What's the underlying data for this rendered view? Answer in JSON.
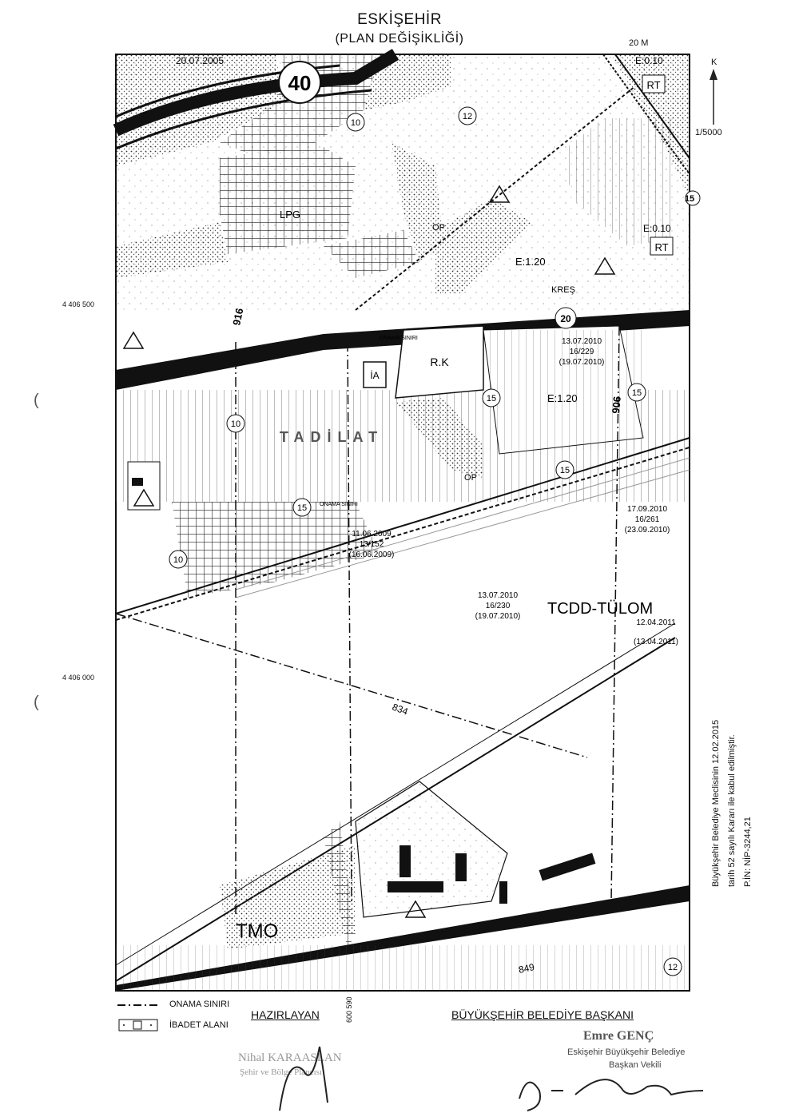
{
  "header": {
    "city": "ESKİŞEHİR",
    "subtitle": "(PLAN DEĞİŞİKLİĞİ)",
    "scale_bar": "20 M",
    "north": "K",
    "scale": "1/5000"
  },
  "coords": {
    "y1": "4 406 500",
    "y2": "4 406 000",
    "x_bottom": "600 590"
  },
  "map_labels": {
    "road40": "40",
    "road20": "20",
    "e010a": "E:0.10",
    "e010b": "E:0.10",
    "rt_a": "RT",
    "rt_b": "RT",
    "e120a": "E:1.20",
    "e120b": "E:1.20",
    "kres": "KREŞ",
    "lpg": "LPG",
    "op1": "OP",
    "op2": "OP",
    "rk": "R.K",
    "ia": "İA",
    "tadilat": "TADİLAT",
    "tcdd": "TCDD-TÜLOM",
    "tmo": "TMO",
    "onama1": "ONAMA SINIRI",
    "onama2": "ONAMA SINIRI",
    "road916": "916",
    "road906": "906",
    "road834": "834",
    "road849": "849",
    "c10a": "10",
    "c10b": "10",
    "c10c": "10",
    "c12a": "12",
    "c12b": "12",
    "c15a": "15",
    "c15b": "15",
    "c15c": "15",
    "c15d": "15",
    "c15e": "15",
    "d1": "13.07.2010",
    "d1b": "16/229",
    "d1c": "(19.07.2010)",
    "d2": "17.09.2010",
    "d2b": "16/261",
    "d2c": "(23.09.2010)",
    "d3": "13.07.2010",
    "d3b": "16/230",
    "d3c": "(19.07.2010)",
    "d4": "11.06.2009",
    "d4b": "13/152",
    "d4c": "(16.06.2009)",
    "d5": "12.04.2011",
    "d5b": "(13.04.2011)",
    "d6": "20.07.2005"
  },
  "legend": {
    "items": [
      {
        "label": "ONAMA SINIRI"
      },
      {
        "label": "İBADET ALANI"
      }
    ]
  },
  "footer": {
    "prepared_by": "HAZIRLAYAN",
    "mayor_title": "BÜYÜKŞEHİR BELEDİYE BAŞKANI",
    "mayor_name": "Emre GENÇ",
    "mayor_line1": "Eskişehir Büyükşehir Belediye",
    "mayor_line2": "Başkan Vekili",
    "preparer_name": "Nihal KARAASLAN",
    "preparer_role": "Şehir ve Bölge Plancısı"
  },
  "approval": {
    "line1": "Büyükşehir Belediye Meclisinin 12.02.2015",
    "line2": "tarih 52 sayılı Kararı ile kabul edilmiştir.",
    "line3": "P.İN: NİP-3244,21"
  }
}
